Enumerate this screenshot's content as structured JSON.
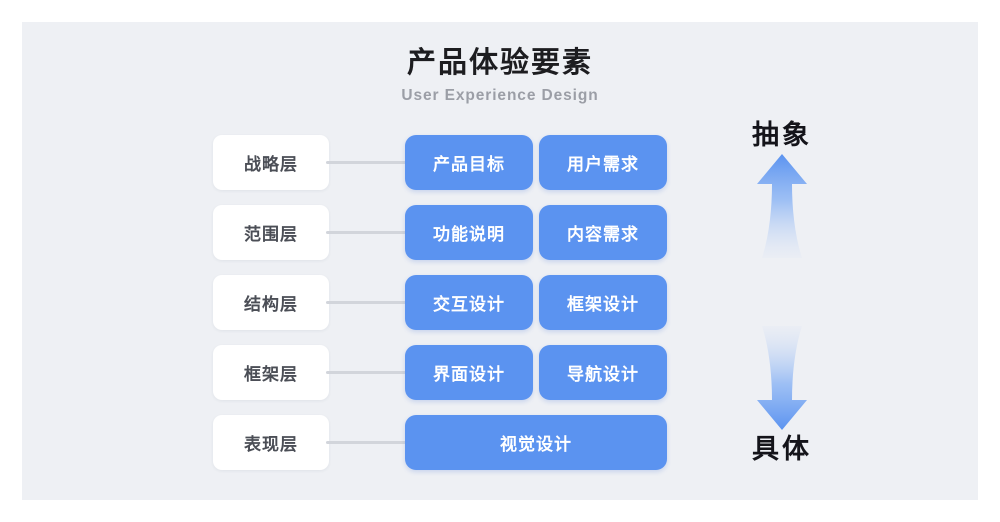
{
  "header": {
    "title": "产品体验要素",
    "subtitle": "User Experience Design"
  },
  "colors": {
    "background": "#eef0f4",
    "page": "#ffffff",
    "card_blue": "#5b93f0",
    "label_card": "#ffffff",
    "label_text": "#4b4e56",
    "connector": "#d2d5db",
    "title_text": "#1d1d20",
    "subtitle_text": "#9b9ea6",
    "axis_text": "#14141a"
  },
  "rows": [
    {
      "layer": "战略层",
      "cards": [
        {
          "label": "产品目标",
          "wide": false
        },
        {
          "label": "用户需求",
          "wide": false
        }
      ]
    },
    {
      "layer": "范围层",
      "cards": [
        {
          "label": "功能说明",
          "wide": false
        },
        {
          "label": "内容需求",
          "wide": false
        }
      ]
    },
    {
      "layer": "结构层",
      "cards": [
        {
          "label": "交互设计",
          "wide": false
        },
        {
          "label": "框架设计",
          "wide": false
        }
      ]
    },
    {
      "layer": "框架层",
      "cards": [
        {
          "label": "界面设计",
          "wide": false
        },
        {
          "label": "导航设计",
          "wide": false
        }
      ]
    },
    {
      "layer": "表现层",
      "cards": [
        {
          "label": "视觉设计",
          "wide": true
        }
      ]
    }
  ],
  "axis": {
    "top_label": "抽象",
    "bottom_label": "具体",
    "up_arrow_icon": "arrow-up-icon",
    "down_arrow_icon": "arrow-down-icon"
  }
}
